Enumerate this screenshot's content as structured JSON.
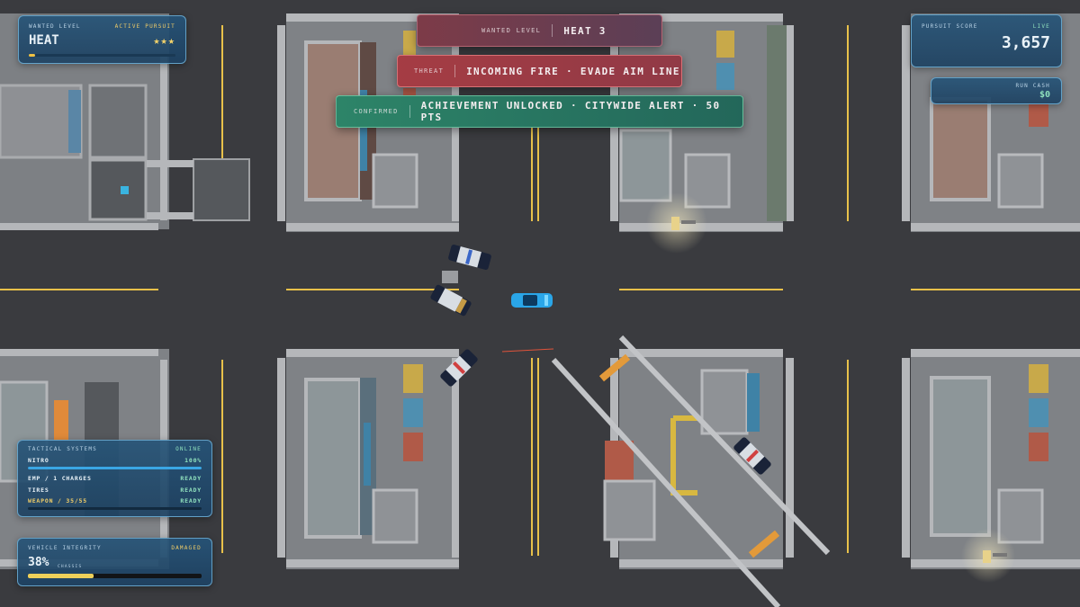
{
  "wanted": {
    "label": "Wanted Level",
    "status": "Active Pursuit",
    "heat_label": "HEAT",
    "stars": "★★★",
    "heat_progress": 0.04
  },
  "score": {
    "label": "Pursuit Score",
    "live": "Live",
    "value": "3,657"
  },
  "cash": {
    "label": "Run Cash",
    "value": "$0"
  },
  "toasts": [
    {
      "kind": "Wanted Level",
      "message": "HEAT 3"
    },
    {
      "kind": "Threat",
      "message": "INCOMING FIRE · EVADE AIM LINE"
    },
    {
      "kind": "Confirmed",
      "message": "ACHIEVEMENT UNLOCKED · CITYWIDE ALERT · 50 PTS"
    }
  ],
  "systems": {
    "label": "Tactical Systems",
    "status": "Online",
    "rows": [
      {
        "name": "NITRO",
        "state": "100%",
        "level": 1.0,
        "color": "#3aa6e4"
      },
      {
        "name": "EMP / 1 CHARGES",
        "state": "READY"
      },
      {
        "name": "TIRES",
        "state": "READY"
      },
      {
        "name": "WEAPON / 35/55",
        "state": "READY",
        "level": 0.0,
        "color": "#3aa6e4",
        "highlight": "#f0cd68"
      }
    ]
  },
  "integrity": {
    "label": "Vehicle Integrity",
    "status": "Damaged",
    "percent": "38%",
    "sub": "Chassis",
    "level": 0.38
  },
  "colors": {
    "road": "#3a3b3f",
    "lane_yellow": "#e8c14a",
    "block": "#8a8d91",
    "accent": "#3aa6e4"
  }
}
